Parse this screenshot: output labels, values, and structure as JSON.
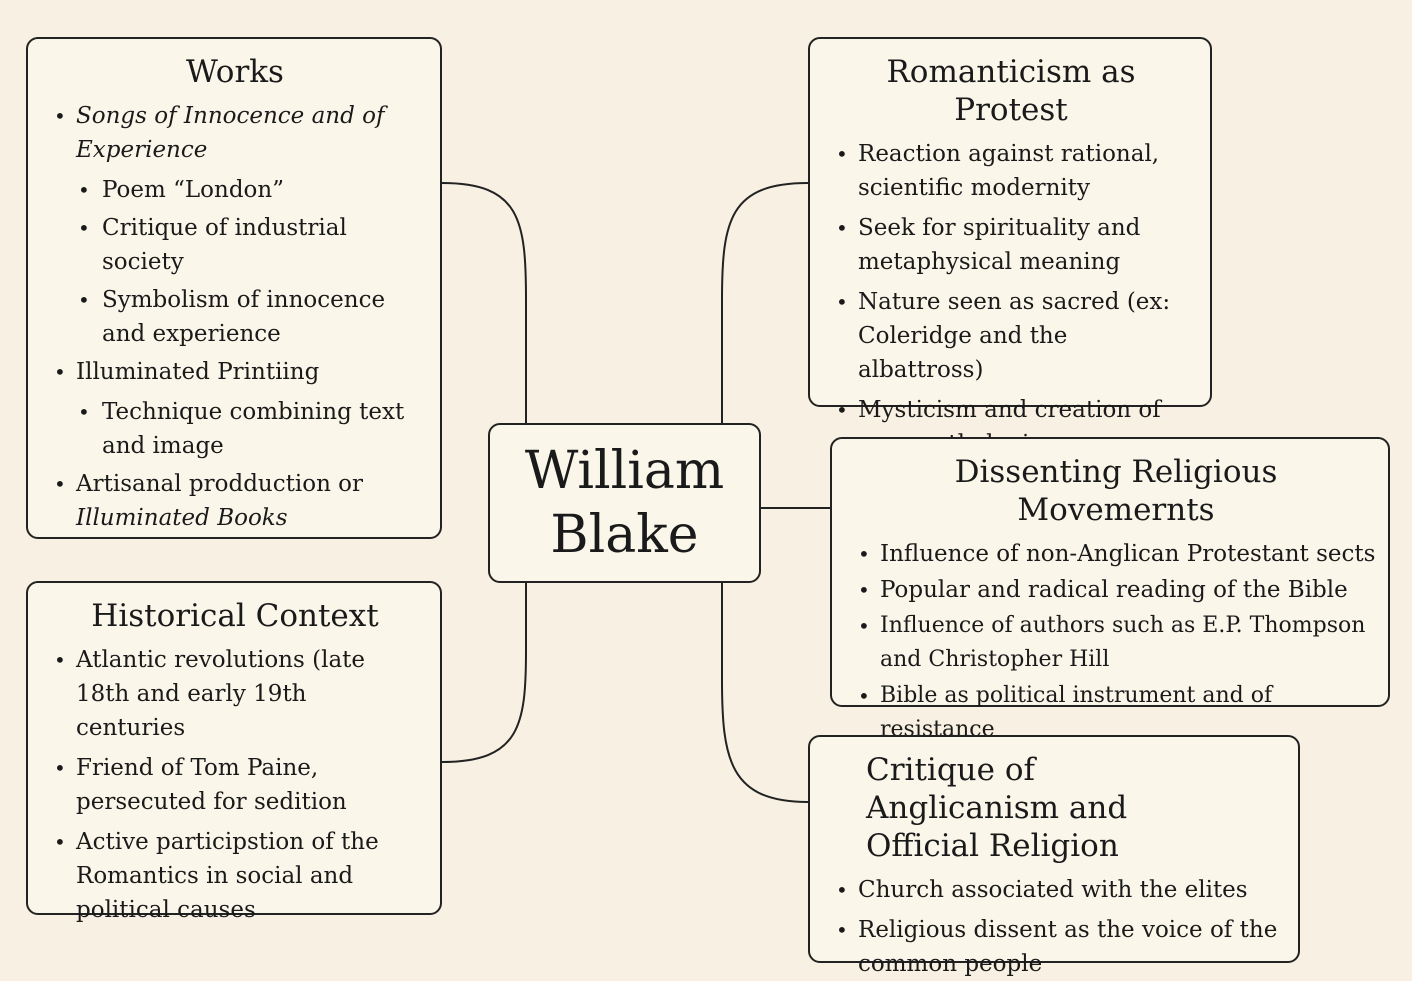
{
  "center": {
    "line1": "William",
    "line2": "Blake"
  },
  "works": {
    "title": "Works",
    "item1": "Songs of Innocence and of Experience",
    "item1_subs": [
      "Poem “London”",
      "Critique of industrial society",
      "Symbolism of innocence and experience"
    ],
    "item2": "Illuminated Printiing",
    "item2_subs": [
      "Technique combining text and image"
    ],
    "item3_prefix": "Artisanal prodduction or ",
    "item3_italic": "Illuminated Books"
  },
  "historical": {
    "title": "Historical Context",
    "items": [
      "Atlantic revolutions (late 18th and early 19th centuries",
      "Friend of Tom Paine, persecuted for sedition",
      "Active participstion of the Romantics in social and political causes"
    ]
  },
  "romanticism": {
    "title": "Romanticism as Protest",
    "items": [
      "Reaction against rational, scientific modernity",
      "Seek for spirituality and metaphysical meaning",
      "Nature seen as sacred (ex: Coleridge and the albattross)",
      "Mysticism and creation of new mythologies"
    ]
  },
  "dissenting": {
    "title": "Dissenting Religious Movemernts",
    "items": [
      "Influence of non-Anglican Protestant sects",
      "Popular and radical reading of the Bible",
      "Influence of authors such as E.P. Thompson and Christopher Hill",
      "Bible as political instrument and of resistance"
    ]
  },
  "critique": {
    "title": "Critique of Anglicanism and Official Religion",
    "items": [
      "Church associated with the elites",
      "Religious dissent as the voice of the common people"
    ]
  }
}
